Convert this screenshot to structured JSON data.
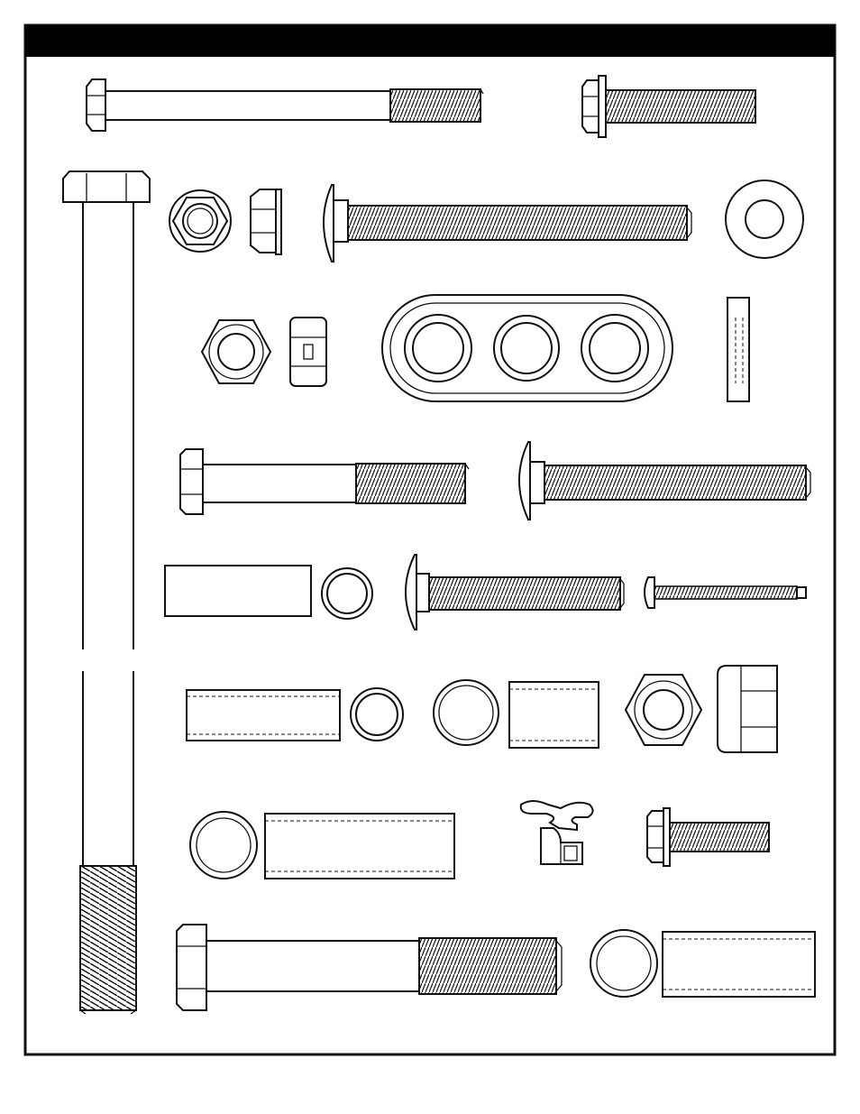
{
  "page": {
    "header_text": "",
    "colors": {
      "ink": "#111111",
      "paper": "#ffffff",
      "header_bar": "#000000"
    }
  },
  "parts": [
    {
      "id": "hex-bolt-long-top",
      "type": "hex bolt"
    },
    {
      "id": "flange-bolt-top",
      "type": "hex flange bolt"
    },
    {
      "id": "hex-bolt-extra-long",
      "type": "hex bolt"
    },
    {
      "id": "flange-nut-top-view",
      "type": "flange nut"
    },
    {
      "id": "flange-nut-side-view",
      "type": "flange nut"
    },
    {
      "id": "carriage-bolt-long",
      "type": "carriage bolt"
    },
    {
      "id": "flat-washer-large",
      "type": "flat washer"
    },
    {
      "id": "lock-nut-top-view",
      "type": "lock nut"
    },
    {
      "id": "lock-nut-side-view",
      "type": "lock nut"
    },
    {
      "id": "triple-spacer-plate",
      "type": "spacer plate"
    },
    {
      "id": "spacer-plate-edge-view",
      "type": "spacer plate"
    },
    {
      "id": "hex-bolt-medium",
      "type": "hex bolt"
    },
    {
      "id": "carriage-bolt-medium",
      "type": "carriage bolt"
    },
    {
      "id": "spacer-tube-solid",
      "type": "spacer tube"
    },
    {
      "id": "spacer-ring-small",
      "type": "spacer"
    },
    {
      "id": "carriage-bolt-short",
      "type": "carriage bolt"
    },
    {
      "id": "screw-small",
      "type": "screw"
    },
    {
      "id": "bushing-long",
      "type": "bushing"
    },
    {
      "id": "bushing-ring-end",
      "type": "bushing"
    },
    {
      "id": "bushing-ring-large",
      "type": "bushing"
    },
    {
      "id": "bushing-short",
      "type": "bushing"
    },
    {
      "id": "lock-nut-large-top",
      "type": "lock nut"
    },
    {
      "id": "lock-nut-large-side",
      "type": "lock nut"
    },
    {
      "id": "bushing-ring-2",
      "type": "bushing"
    },
    {
      "id": "bushing-long-2",
      "type": "bushing"
    },
    {
      "id": "clip",
      "type": "clip"
    },
    {
      "id": "flange-bolt-small",
      "type": "hex flange bolt"
    },
    {
      "id": "hex-bolt-large",
      "type": "hex bolt"
    },
    {
      "id": "bushing-ring-3",
      "type": "bushing"
    },
    {
      "id": "bushing-long-3",
      "type": "bushing"
    }
  ]
}
